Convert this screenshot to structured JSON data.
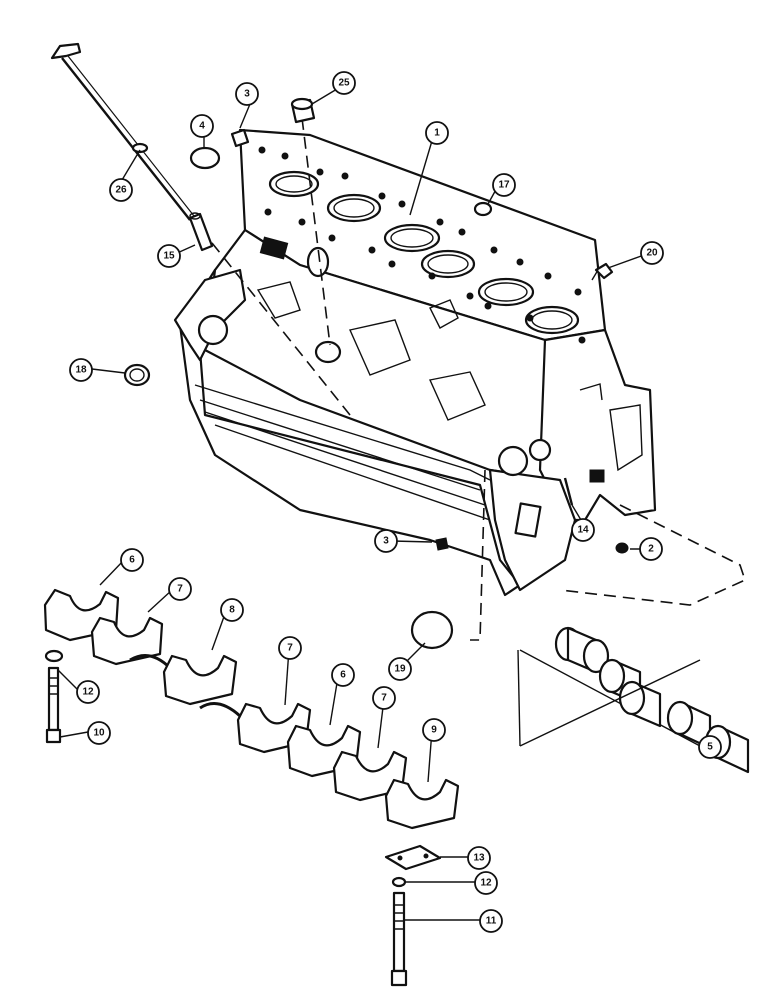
{
  "callouts": [
    {
      "id": "c1",
      "label": "1"
    },
    {
      "id": "c2",
      "label": "2"
    },
    {
      "id": "c3a",
      "label": "3"
    },
    {
      "id": "c3b",
      "label": "3"
    },
    {
      "id": "c4",
      "label": "4"
    },
    {
      "id": "c5",
      "label": "5"
    },
    {
      "id": "c6a",
      "label": "6"
    },
    {
      "id": "c6b",
      "label": "6"
    },
    {
      "id": "c7a",
      "label": "7"
    },
    {
      "id": "c7b",
      "label": "7"
    },
    {
      "id": "c7c",
      "label": "7"
    },
    {
      "id": "c8",
      "label": "8"
    },
    {
      "id": "c9",
      "label": "9"
    },
    {
      "id": "c10",
      "label": "10"
    },
    {
      "id": "c11",
      "label": "11"
    },
    {
      "id": "c12a",
      "label": "12"
    },
    {
      "id": "c12b",
      "label": "12"
    },
    {
      "id": "c13",
      "label": "13"
    },
    {
      "id": "c14",
      "label": "14"
    },
    {
      "id": "c15",
      "label": "15"
    },
    {
      "id": "c17",
      "label": "17"
    },
    {
      "id": "c18",
      "label": "18"
    },
    {
      "id": "c19",
      "label": "19"
    },
    {
      "id": "c20",
      "label": "20"
    },
    {
      "id": "c25",
      "label": "25"
    },
    {
      "id": "c26",
      "label": "26"
    }
  ],
  "colors": {
    "line": "#111111",
    "background": "#ffffff"
  }
}
